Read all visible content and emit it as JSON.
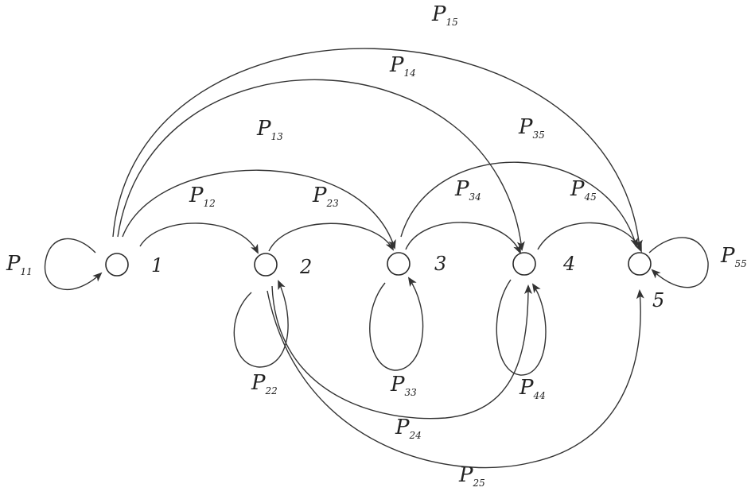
{
  "nodes": [
    {
      "id": "1",
      "label": "1"
    },
    {
      "id": "2",
      "label": "2"
    },
    {
      "id": "3",
      "label": "3"
    },
    {
      "id": "4",
      "label": "4"
    },
    {
      "id": "5",
      "label": "5"
    }
  ],
  "transitions": [
    {
      "id": "P11",
      "symbol": "P",
      "sub": "11"
    },
    {
      "id": "P12",
      "symbol": "P",
      "sub": "12"
    },
    {
      "id": "P13",
      "symbol": "P",
      "sub": "13"
    },
    {
      "id": "P14",
      "symbol": "P",
      "sub": "14"
    },
    {
      "id": "P15",
      "symbol": "P",
      "sub": "15"
    },
    {
      "id": "P22",
      "symbol": "P",
      "sub": "22"
    },
    {
      "id": "P23",
      "symbol": "P",
      "sub": "23"
    },
    {
      "id": "P24",
      "symbol": "P",
      "sub": "24"
    },
    {
      "id": "P25",
      "symbol": "P",
      "sub": "25"
    },
    {
      "id": "P33",
      "symbol": "P",
      "sub": "33"
    },
    {
      "id": "P34",
      "symbol": "P",
      "sub": "34"
    },
    {
      "id": "P35",
      "symbol": "P",
      "sub": "35"
    },
    {
      "id": "P44",
      "symbol": "P",
      "sub": "44"
    },
    {
      "id": "P45",
      "symbol": "P",
      "sub": "45"
    },
    {
      "id": "P55",
      "symbol": "P",
      "sub": "55"
    }
  ],
  "colors": {
    "ink": "#333333",
    "background": "#ffffff"
  }
}
